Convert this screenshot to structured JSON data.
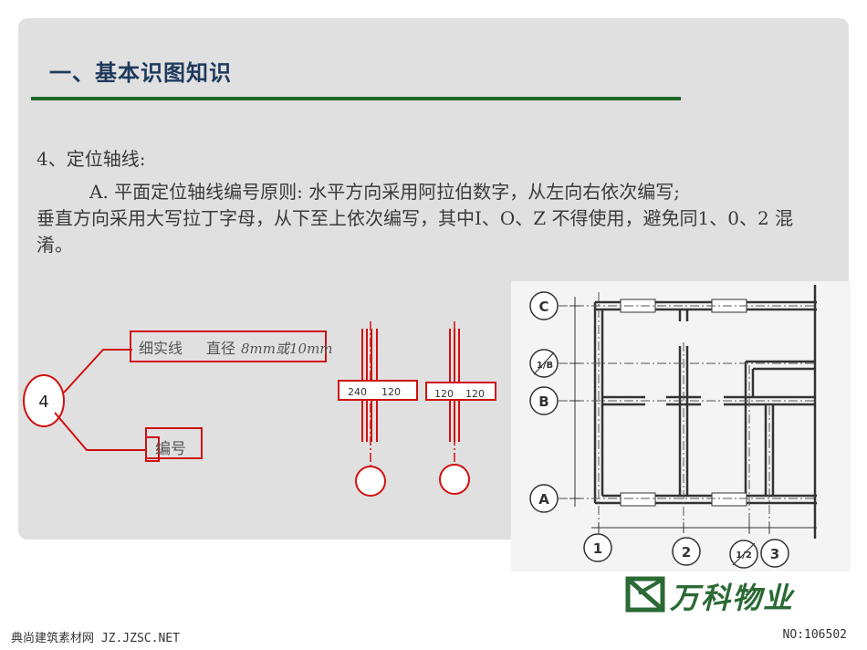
{
  "slide": {
    "title": "一、基本识图知识",
    "section_heading": "4、定位轴线:",
    "paragraph_lead": "A. 平面定位轴线编号原则: 水平方向采用阿拉伯数字，从左向右依次编写;",
    "paragraph_rest": "垂直方向采用大写拉丁字母，从下至上依次编写，其中I、O、Z 不得使用，避免同1、0、2 混淆。"
  },
  "axis_symbol": {
    "circle_label": "4",
    "line_label": "细实线",
    "diameter_label": "直径",
    "diameter_value": "8mm或10mm",
    "number_label": "编号"
  },
  "wall_labels": {
    "left_a": "240",
    "left_b": "120",
    "right_a": "120",
    "right_b": "120"
  },
  "plan_axes": {
    "rows": [
      "C",
      "1/B",
      "B",
      "A"
    ],
    "columns": [
      "1",
      "2",
      "1/2",
      "3"
    ]
  },
  "brand": {
    "name": "万科物业"
  },
  "footer": {
    "left": "典尚建筑素材网 JZ.JZSC.NET",
    "right": "NO:106502"
  },
  "colors": {
    "accent_green": "#1f6a2a",
    "annotation_red": "#d01010",
    "title_blue": "#1e3a5c"
  },
  "icons": [
    "vanke-logo-icon"
  ]
}
